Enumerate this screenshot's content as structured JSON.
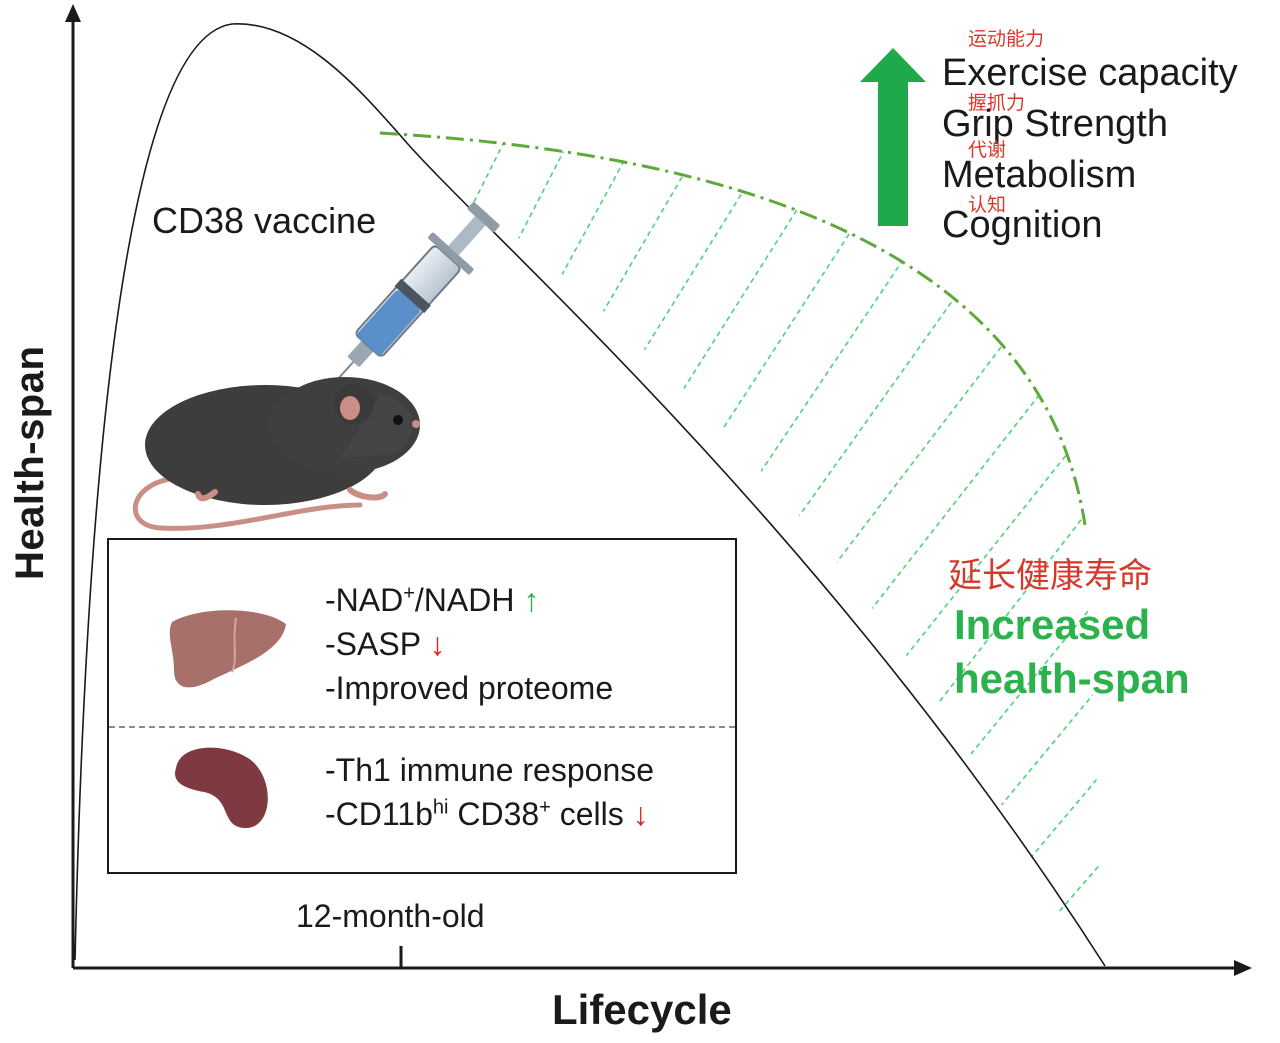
{
  "axes": {
    "y_title": "Health-span",
    "x_title": "Lifecycle",
    "tick_label": "12-month-old"
  },
  "vaccine": {
    "label": "CD38 vaccine"
  },
  "benefits": [
    {
      "en": "Exercise capacity",
      "cn": "运动能力"
    },
    {
      "en": "Grip Strength",
      "cn": "握抓力"
    },
    {
      "en": "Metabolism",
      "cn": "代谢"
    },
    {
      "en": "Cognition",
      "cn": "认知"
    }
  ],
  "increase": {
    "cn": "延长健康寿命",
    "en_line1": "Increased",
    "en_line2": "health-span"
  },
  "liver_effects": {
    "line1_prefix": "-NAD",
    "line1_sup": "+",
    "line1_suffix": "/NADH",
    "line1_arrow": "↑",
    "line2": "-SASP",
    "line2_arrow": "↓",
    "line3": "-Improved proteome"
  },
  "spleen_effects": {
    "line1": "-Th1 immune response",
    "line2_a": "-CD11b",
    "line2_sup1": "hi",
    "line2_b": " CD38",
    "line2_sup2": "+",
    "line2_c": " cells",
    "line2_arrow": "↓"
  },
  "colors": {
    "green": "#2bb24c",
    "dash_green": "#5fa83a",
    "red": "#e02020",
    "cn_red": "#d8382b",
    "liver": "#a8706a",
    "spleen": "#7e3a40",
    "mouse": "#3d3d3d"
  }
}
